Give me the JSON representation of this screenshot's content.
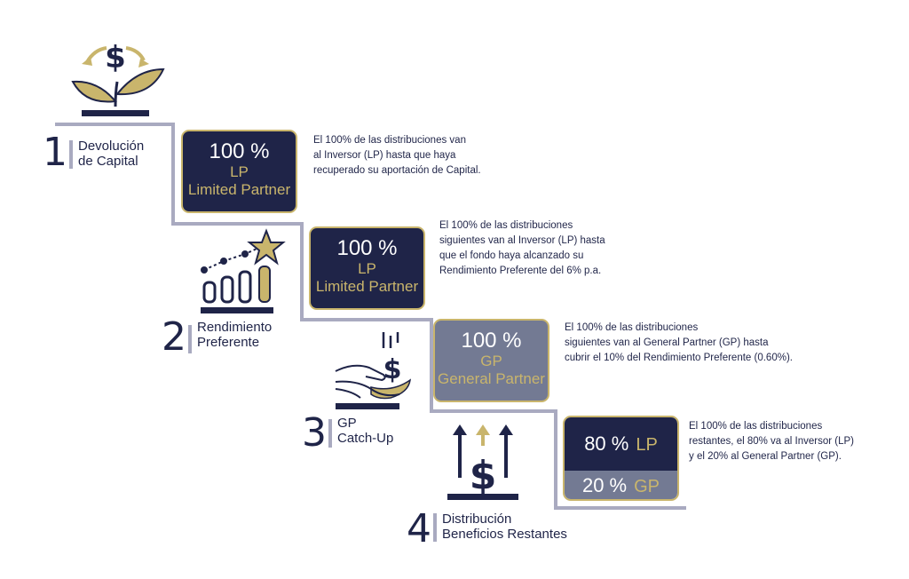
{
  "steps": [
    {
      "number": "1",
      "label_line1": "Devolución",
      "label_line2": "de Capital",
      "box": {
        "percent": "100 %",
        "code": "LP",
        "name": "Limited Partner"
      },
      "description": [
        "El 100% de las distribuciones van",
        "al Inversor (LP) hasta que haya",
        "recuperado su aportación de Capital."
      ],
      "icon": "plant-money-icon"
    },
    {
      "number": "2",
      "label_line1": "Rendimiento",
      "label_line2": "Preferente",
      "box": {
        "percent": "100 %",
        "code": "LP",
        "name": "Limited Partner"
      },
      "description": [
        "El 100% de las distribuciones",
        "siguientes van al Inversor (LP) hasta",
        "que el fondo haya alcanzado su",
        "Rendimiento Preferente del 6% p.a."
      ],
      "icon": "growth-chart-star-icon"
    },
    {
      "number": "3",
      "label_line1": "GP",
      "label_line2": "Catch-Up",
      "box": {
        "percent": "100 %",
        "code": "GP",
        "name": "General Partner"
      },
      "description": [
        "El 100% de las distribuciones",
        "siguientes van al General Partner (GP) hasta",
        "cubrir el 10% del Rendimiento Preferente (0.60%)."
      ],
      "icon": "hand-receiving-money-icon"
    },
    {
      "number": "4",
      "label_line1": "Distribución",
      "label_line2": "Beneficios Restantes",
      "split": [
        {
          "percent": "80 %",
          "code": "LP"
        },
        {
          "percent": "20 %",
          "code": "GP"
        }
      ],
      "description": [
        "El 100% de las distribuciones",
        "restantes, el 80% va al Inversor (LP)",
        "y el 20% al General Partner (GP)."
      ],
      "icon": "dollar-arrows-up-icon"
    }
  ],
  "colors": {
    "navy": "#1f2448",
    "gold": "#c9b56c",
    "slate": "#737a93",
    "line": "#a9aac0"
  }
}
